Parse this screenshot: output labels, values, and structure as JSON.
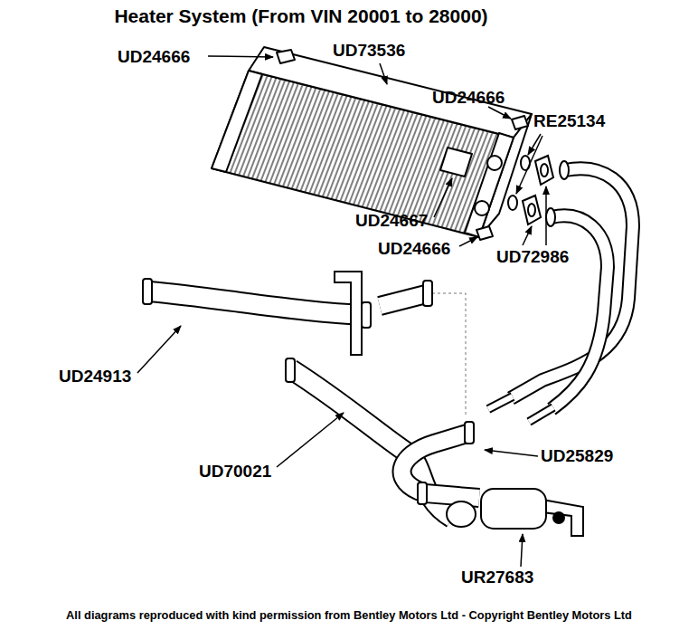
{
  "diagram": {
    "title": "Heater System (From VIN 20001 to 28000)",
    "caption": "All diagrams reproduced with kind permission from Bentley Motors Ltd - Copyright Bentley Motors Ltd",
    "labels": [
      "UD24666",
      "UD73536",
      "UD24666",
      "RE25134",
      "UD24667",
      "UD24666",
      "UD72986",
      "UD24913",
      "UD70021",
      "UD25829",
      "UR27683"
    ]
  }
}
